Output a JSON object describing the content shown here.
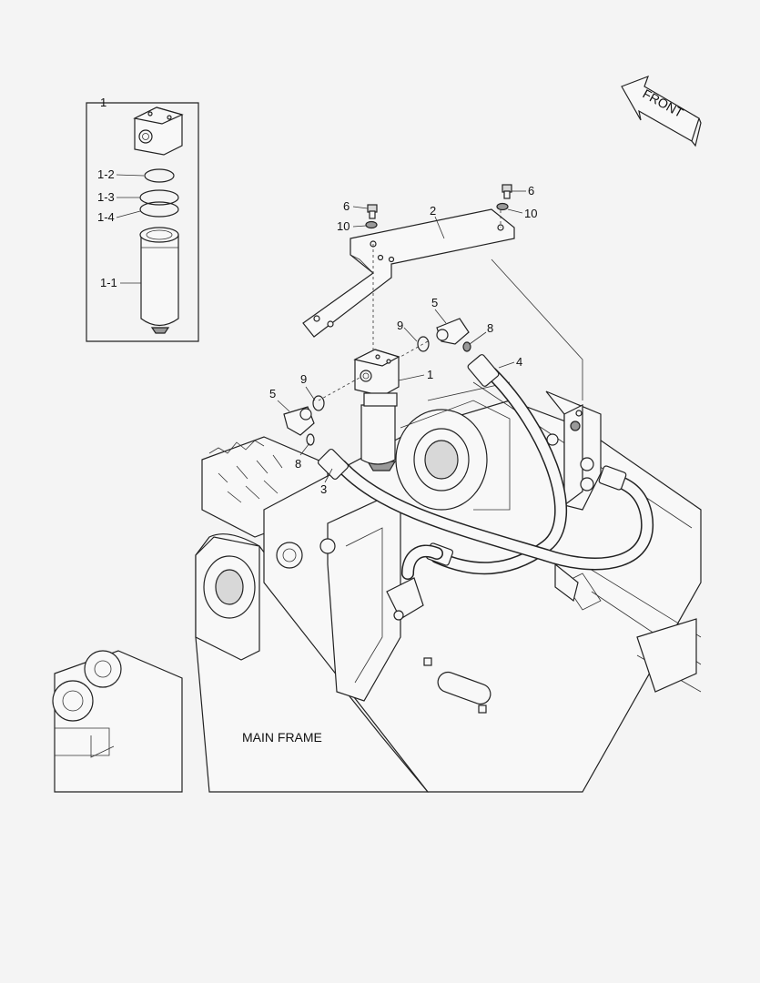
{
  "callouts": {
    "inset_1": "1",
    "inset_1_2": "1-2",
    "inset_1_3": "1-3",
    "inset_1_4": "1-4",
    "inset_1_1": "1-1",
    "bolt_left": "6",
    "bolt_right": "6",
    "washer_left": "10",
    "washer_right": "10",
    "bracket": "2",
    "filter": "1",
    "fitting_upper": "5",
    "fitting_lower": "5",
    "oring_upper": "9",
    "oring_lower": "9",
    "seal_upper": "8",
    "seal_lower": "8",
    "hose_upper": "4",
    "hose_lower": "3"
  },
  "direction_label": "FRONT",
  "frame_label": "MAIN FRAME",
  "colors": {
    "ink": "#222222",
    "background": "#f4f4f4",
    "part_fill": "#f8f8f8",
    "shade": "#d8d8d8"
  }
}
